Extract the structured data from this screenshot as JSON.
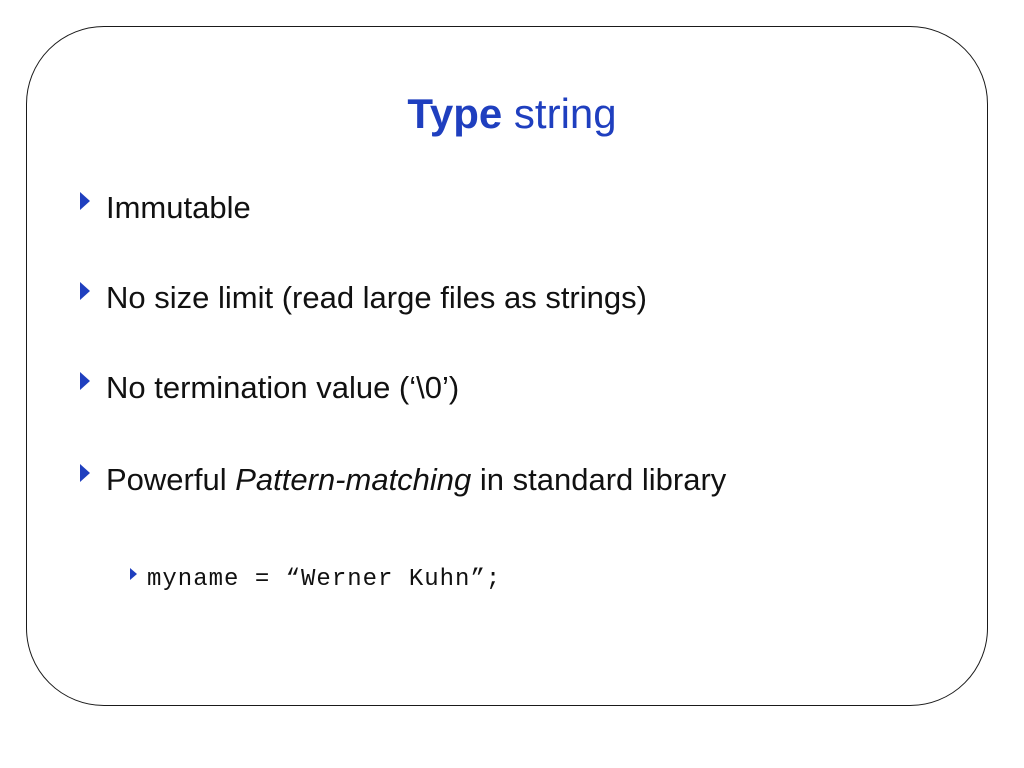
{
  "slide": {
    "title": {
      "bold": "Type",
      "rest": " string"
    },
    "bullets": [
      "Immutable",
      "No size limit (read large files as strings)",
      "No termination value (‘\\0’)"
    ],
    "bullet4": {
      "pre": "Powerful ",
      "italic": "Pattern-matching",
      "post": " in standard library"
    },
    "sub_bullet": "myname = “Werner Kuhn”;",
    "colors": {
      "title": "#1f3fbf",
      "bullet_marker": "#1f3fbf",
      "text": "#111111",
      "frame": "#1a1a1a"
    },
    "icons": {
      "bullet_marker": "triangle-right-icon"
    }
  }
}
